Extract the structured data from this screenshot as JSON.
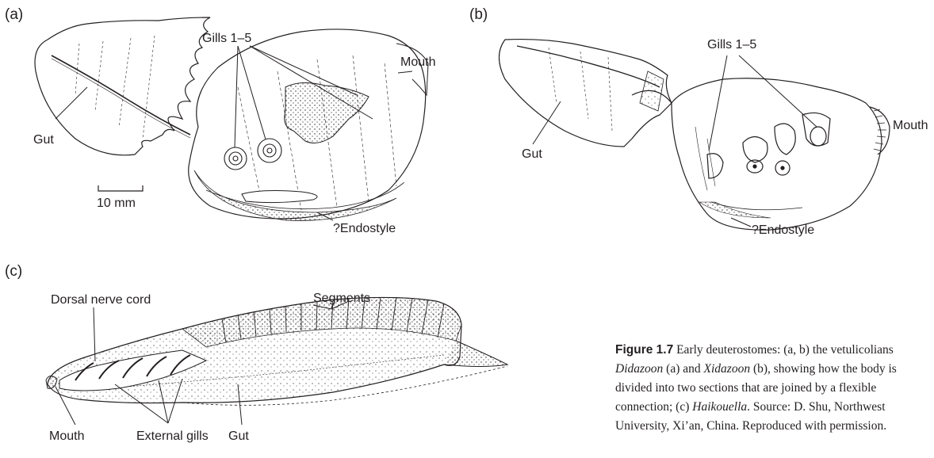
{
  "panels": {
    "a": {
      "label": "(a)",
      "gills": "Gills 1–5",
      "mouth": "Mouth",
      "gut": "Gut",
      "scale": "10 mm",
      "endostyle": "?Endostyle"
    },
    "b": {
      "label": "(b)",
      "gills": "Gills 1–5",
      "mouth": "Mouth",
      "gut": "Gut",
      "endostyle": "?Endostyle"
    },
    "c": {
      "label": "(c)",
      "nerve": "Dorsal nerve cord",
      "segments": "Segments",
      "mouth": "Mouth",
      "ext_gills": "External gills",
      "gut": "Gut"
    }
  },
  "caption": {
    "figure": "Figure 1.7",
    "part1": " Early deuterostomes: (a, b) the vetulicolians ",
    "taxon1": "Didazoon",
    "part2": " (a) and ",
    "taxon2": "Xidazoon",
    "part3": " (b), showing how the body is divided into two sections that are joined by a flexible connection; (c) ",
    "taxon3": "Haikouella",
    "part4": ". Source: D. Shu, Northwest University, Xi’an, China. Reproduced with permission."
  }
}
